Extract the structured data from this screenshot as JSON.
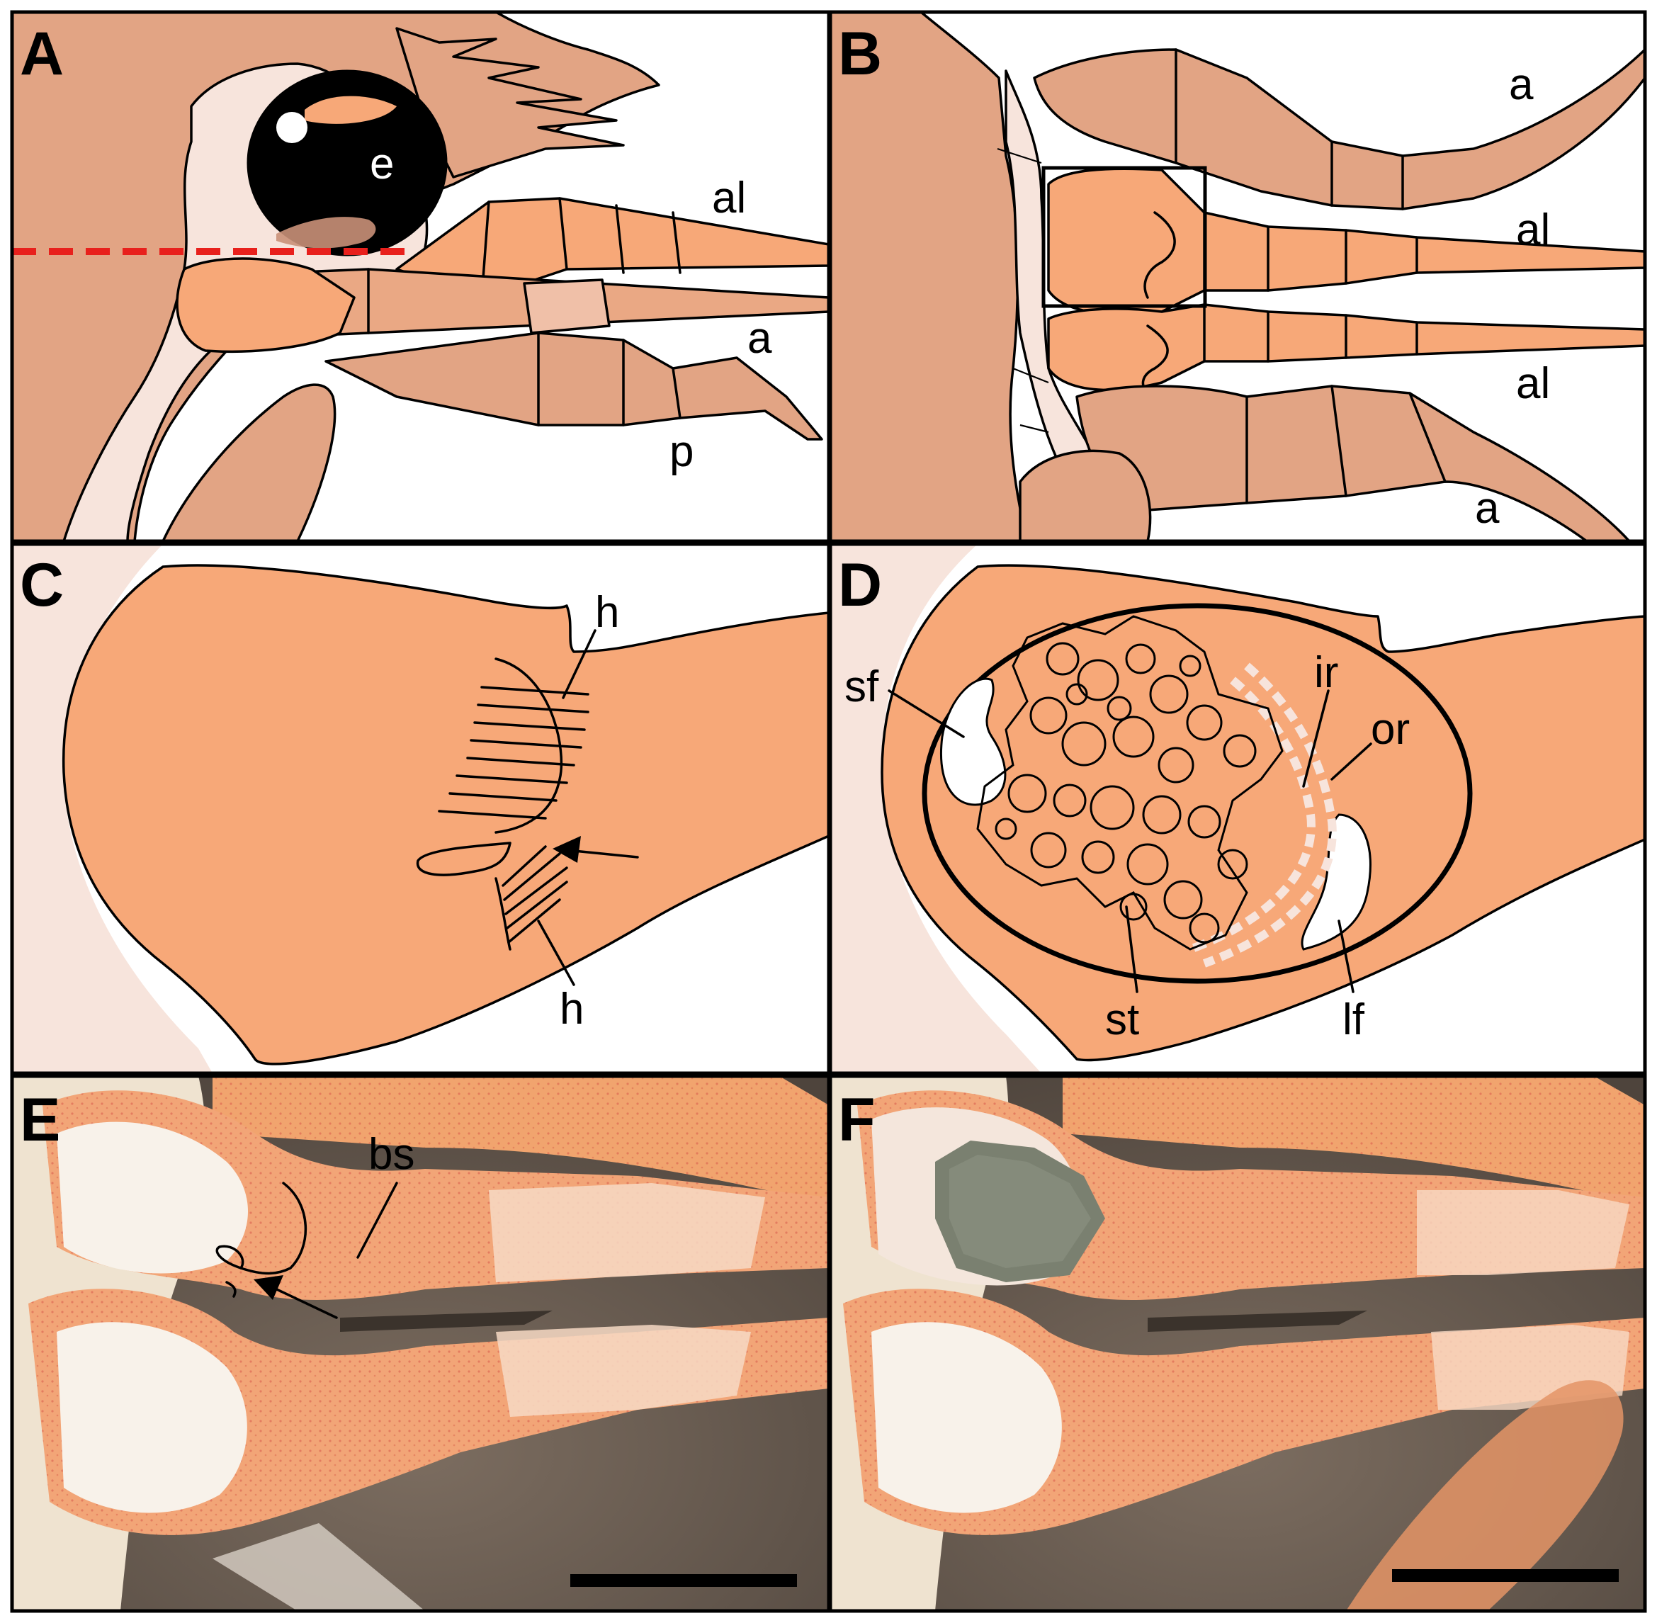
{
  "panels": {
    "A": {
      "letter": "A",
      "labels": {
        "e": "e",
        "al": "al",
        "a": "a",
        "p": "p"
      }
    },
    "B": {
      "letter": "B",
      "labels": {
        "a1": "a",
        "al1": "al",
        "al2": "al",
        "a2": "a"
      }
    },
    "C": {
      "letter": "C",
      "labels": {
        "h1": "h",
        "h2": "h"
      }
    },
    "D": {
      "letter": "D",
      "labels": {
        "sf": "sf",
        "ir": "ir",
        "or": "or",
        "st": "st",
        "lf": "lf"
      }
    },
    "E": {
      "letter": "E",
      "labels": {
        "bs": "bs"
      }
    },
    "F": {
      "letter": "F"
    }
  },
  "colors": {
    "cuticle": "#e2a484",
    "segment": "#f7a878",
    "membrane": "#f7e4dc",
    "eye": "#000000",
    "section_line": "#e8201c",
    "photo_background": "#6b5d52",
    "photo_cuticle": "#f2a577",
    "statolith_mass": "#7a8070"
  }
}
